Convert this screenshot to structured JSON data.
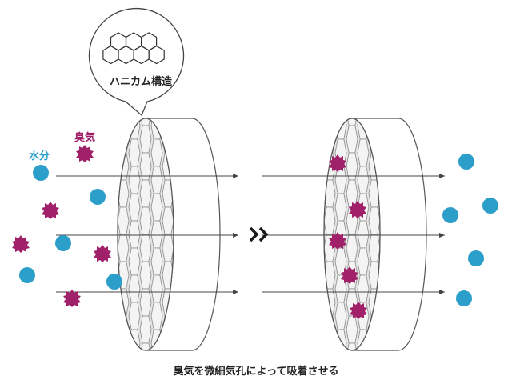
{
  "callout": {
    "label": "ハニカム構造",
    "icon": "honeycomb-icon"
  },
  "legend": {
    "moisture_label": "水分",
    "odor_label": "臭気"
  },
  "transition_icon": "double-chevron-right-icon",
  "caption": "臭気を微細気孔によって吸着させる",
  "colors": {
    "moisture": "#2b9ec9",
    "odor": "#a0206a",
    "moisture_text": "#2b9ec9",
    "odor_text": "#a0206a",
    "outline": "#555555",
    "filter_face": "#e4e4e4",
    "arrow": "#444444",
    "text": "#222222"
  }
}
